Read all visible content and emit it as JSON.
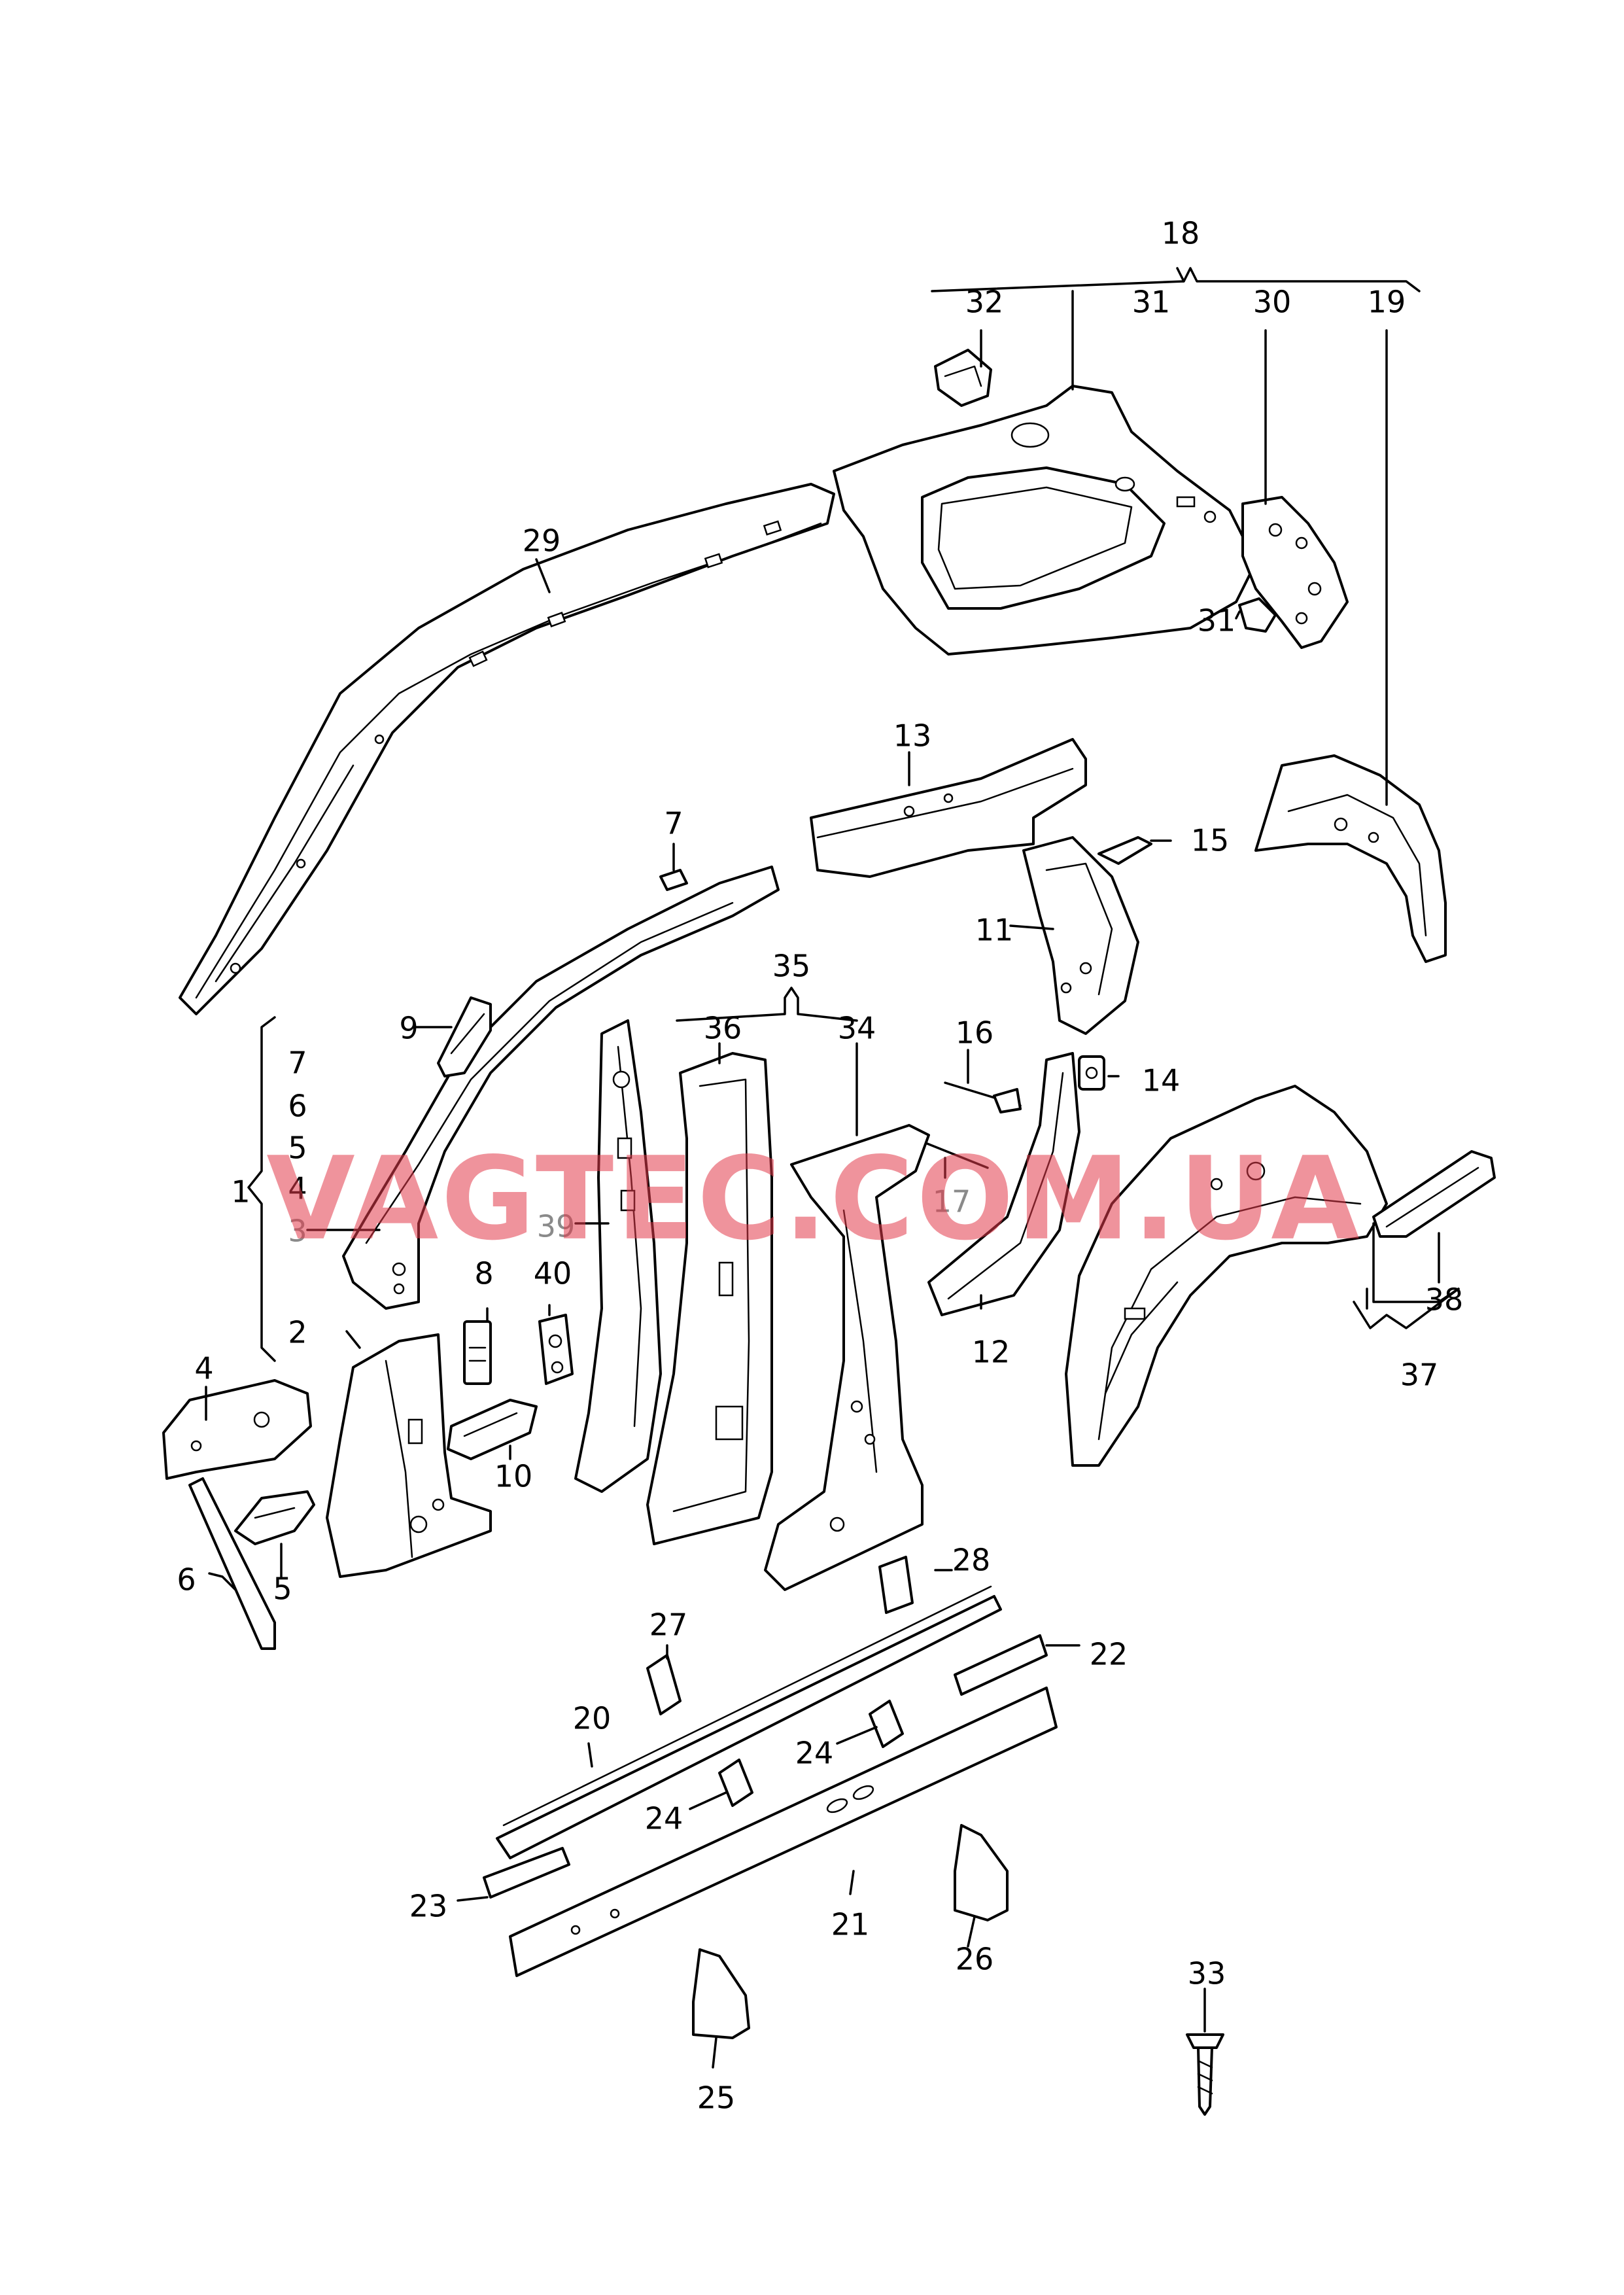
{
  "watermark": "VAGTEC.COM.UA",
  "labels": {
    "l1": "1",
    "l2": "2",
    "l3": "3",
    "l4a": "4",
    "l4b": "4",
    "l5a": "5",
    "l5b": "5",
    "l6a": "6",
    "l6b": "6",
    "l7a": "7",
    "l7b": "7",
    "l8": "8",
    "l9": "9",
    "l10": "10",
    "l11": "11",
    "l12": "12",
    "l13": "13",
    "l14": "14",
    "l15": "15",
    "l16": "16",
    "l17": "17",
    "l18": "18",
    "l19": "19",
    "l20": "20",
    "l21": "21",
    "l22": "22",
    "l23": "23",
    "l24a": "24",
    "l24b": "24",
    "l25": "25",
    "l26": "26",
    "l27": "27",
    "l28": "28",
    "l29": "29",
    "l30": "30",
    "l31a": "31",
    "l31b": "31",
    "l32": "32",
    "l33": "33",
    "l34": "34",
    "l35": "35",
    "l36": "36",
    "l37": "37",
    "l38": "38",
    "l39": "39",
    "l40": "40"
  },
  "colors": {
    "watermark": "#e23b4a",
    "line": "#000000",
    "background": "#ffffff"
  }
}
